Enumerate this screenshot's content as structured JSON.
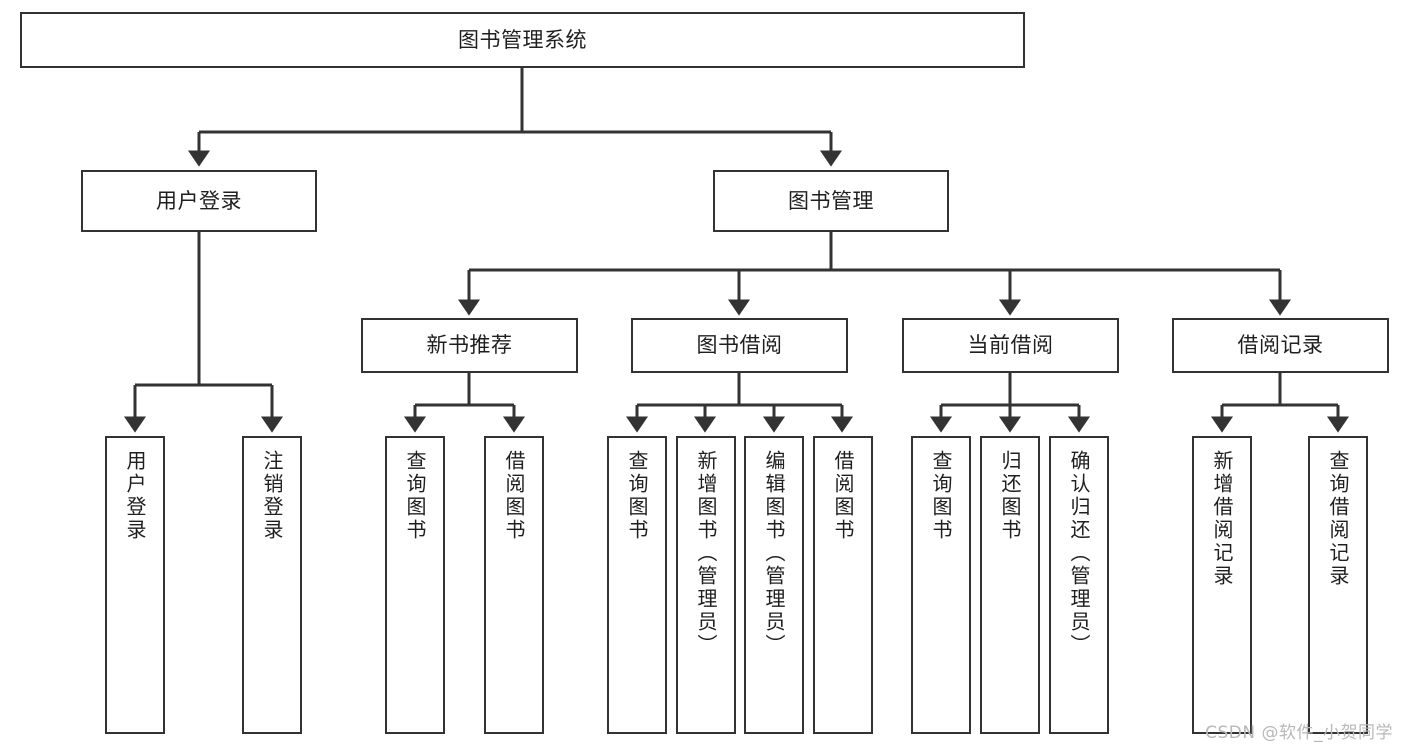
{
  "diagram": {
    "title": "图书管理系统",
    "type": "tree-hierarchy-chart",
    "root": {
      "label": "图书管理系统"
    },
    "level2": [
      {
        "label": "用户登录"
      },
      {
        "label": "图书管理"
      }
    ],
    "level3": [
      {
        "label": "新书推荐"
      },
      {
        "label": "图书借阅"
      },
      {
        "label": "当前借阅"
      },
      {
        "label": "借阅记录"
      }
    ],
    "leaves": {
      "user_login": [
        {
          "label": "用户登录"
        },
        {
          "label": "注销登录"
        }
      ],
      "new_book_recommend": [
        {
          "label": "查询图书"
        },
        {
          "label": "借阅图书"
        }
      ],
      "book_borrow": [
        {
          "label": "查询图书"
        },
        {
          "label": "新增图书（管理员）"
        },
        {
          "label": "编辑图书（管理员）"
        },
        {
          "label": "借阅图书"
        }
      ],
      "current_borrow": [
        {
          "label": "查询图书"
        },
        {
          "label": "归还图书"
        },
        {
          "label": "确认归还（管理员）"
        }
      ],
      "borrow_record": [
        {
          "label": "新增借阅记录"
        },
        {
          "label": "查询借阅记录"
        }
      ]
    }
  },
  "watermark": {
    "text": "CSDN @软件_小贺同学"
  },
  "colors": {
    "box_border": "#333333",
    "box_fill": "#ffffff",
    "edge": "#333333",
    "text": "#1f1f1f",
    "watermark": "#b8b8b8"
  }
}
